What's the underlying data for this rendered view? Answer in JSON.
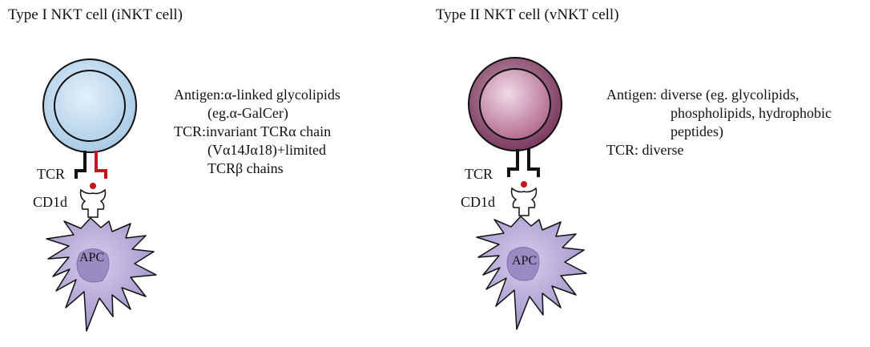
{
  "type1": {
    "title": "Type I NKT cell (iNKT cell)",
    "lines": [
      "Antigen:α-linked glycolipids",
      "(eg.α-GalCer)",
      "TCR:invariant TCRα chain",
      "(Vα14Jα18)+limited",
      "TCRβ chains"
    ],
    "tcr_label": "TCR",
    "cd1d_label": "CD1d",
    "apc_label": "APC",
    "cell_color": "#bcd8ee",
    "chain_accent": "#c4161c"
  },
  "type2": {
    "title": "Type II NKT cell (vNKT cell)",
    "lines": [
      "Antigen: diverse (eg. glycolipids,",
      "phospholipids, hydrophobic",
      "peptides)",
      "TCR: diverse"
    ],
    "tcr_label": "TCR",
    "cd1d_label": "CD1d",
    "apc_label": "APC",
    "cell_color": "#8e4a6e",
    "chain_accent": "#111111"
  },
  "colors": {
    "apc_fill": "#b5a8d6",
    "apc_nucleus": "#9b8cc6",
    "antigen_dot": "#c4161c"
  }
}
